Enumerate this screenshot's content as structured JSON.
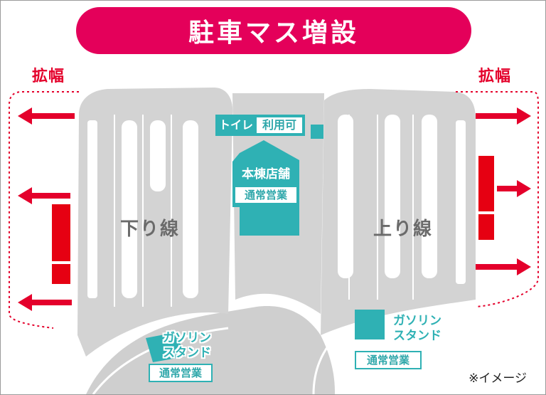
{
  "title": "駐車マス増設",
  "expansion_label": "拡幅",
  "zones": {
    "down": "下り線",
    "up": "上り線"
  },
  "facilities": {
    "toilet": {
      "name": "トイレ",
      "status": "利用可"
    },
    "main_building": {
      "name": "本棟店舗",
      "status": "通常営業"
    },
    "gas_station_down": {
      "name": "ガソリン\nスタンド",
      "status": "通常営業"
    },
    "gas_station_up": {
      "name": "ガソリン\nスタンド",
      "status": "通常営業"
    }
  },
  "note": "※イメージ",
  "colors": {
    "title_bg": "#e4005a",
    "expansion_red": "#e4002b",
    "facility_teal": "#2fb1b4",
    "lot_gray": "#d3d3d3",
    "road_gray": "#cfcfcf",
    "new_parking_red": "#e60012"
  }
}
